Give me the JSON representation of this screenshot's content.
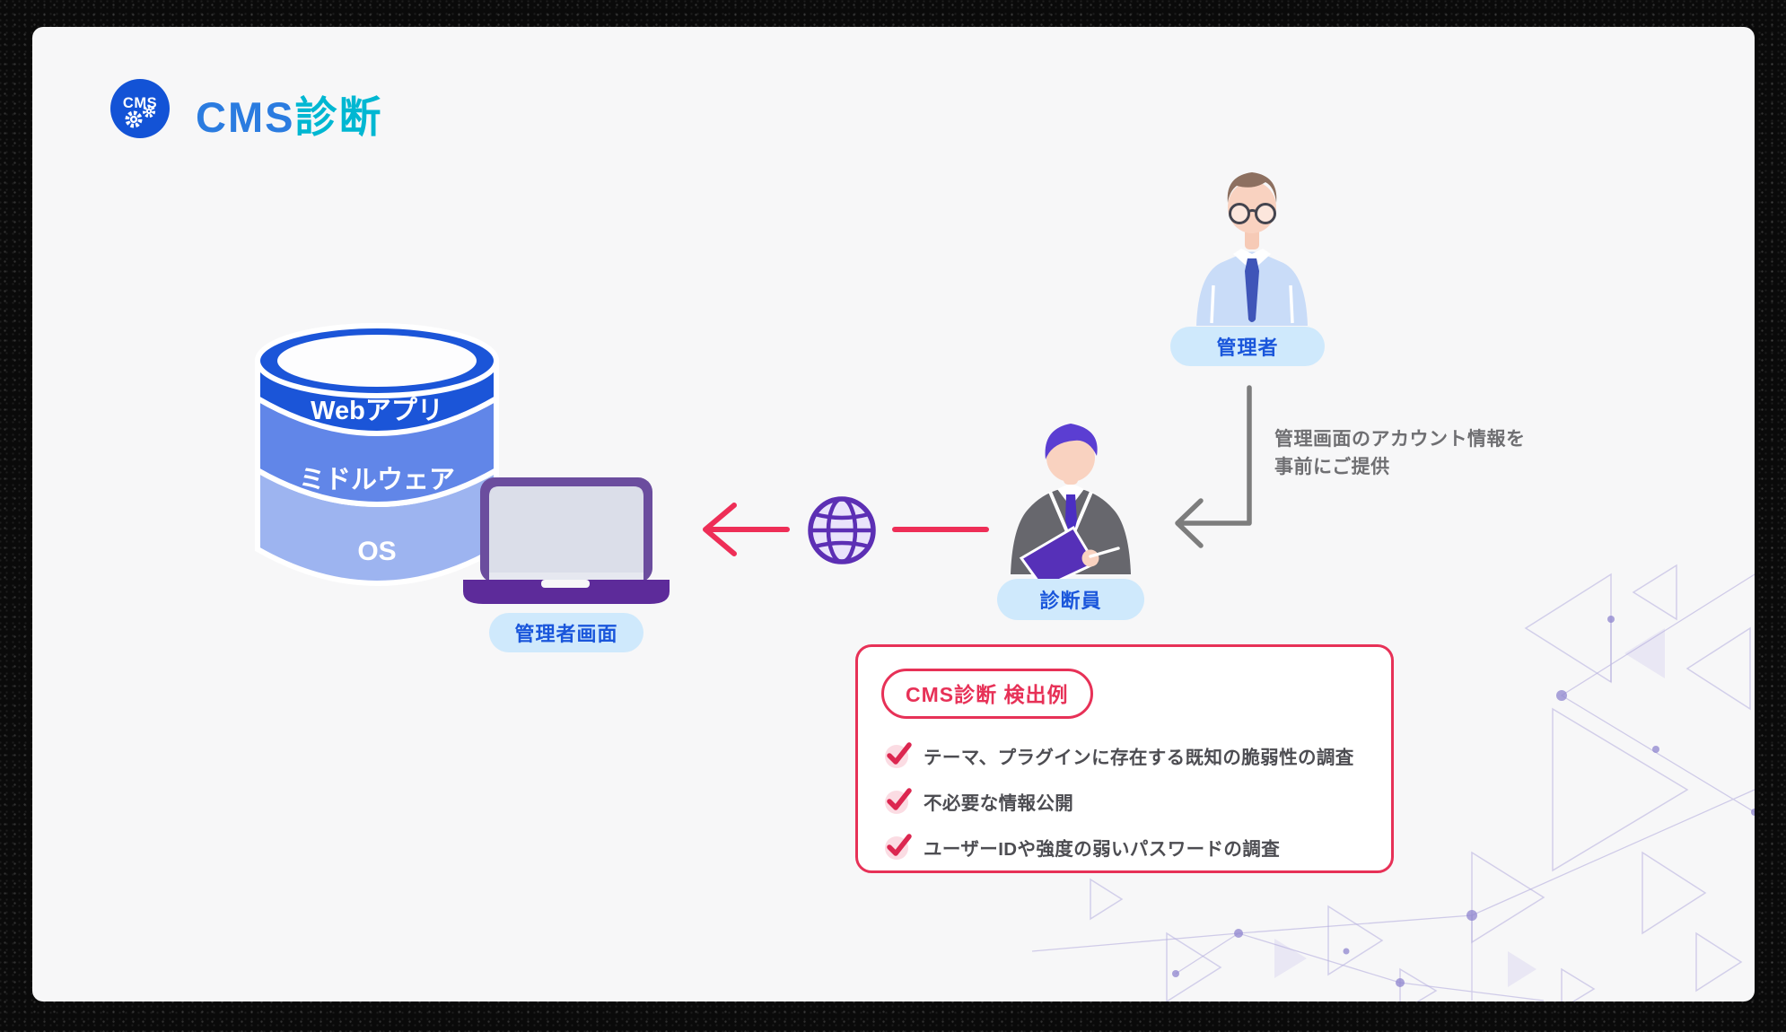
{
  "header": {
    "logo_text": "CMS",
    "title_blue": "CMS",
    "title_teal": "診断"
  },
  "stack": {
    "layers": [
      {
        "label": "Webアプリ",
        "color": "#1b55d8"
      },
      {
        "label": "ミドルウェア",
        "color": "#6186e8"
      },
      {
        "label": "OS",
        "color": "#9db4f0"
      }
    ]
  },
  "labels": {
    "admin_screen": "管理者画面",
    "diagnostician": "診断員",
    "administrator": "管理者"
  },
  "annotation": {
    "line1": "管理画面のアカウント情報を",
    "line2": "事前にご提供"
  },
  "detection_box": {
    "title": "CMS診断 検出例",
    "items": [
      "テーマ、プラグインに存在する既知の脆弱性の調査",
      "不必要な情報公開",
      "ユーザーIDや強度の弱いパスワードの調査"
    ]
  },
  "colors": {
    "accent_blue": "#2b7ce0",
    "accent_teal": "#00b7d2",
    "accent_red": "#e73157",
    "pill_bg": "#cfe9fc",
    "pill_text": "#1a56db",
    "laptop_purple": "#5d2b9a",
    "globe_purple": "#5c2fb4",
    "gray_arrow": "#7d7d7d",
    "card_bg": "#f7f7f8"
  }
}
